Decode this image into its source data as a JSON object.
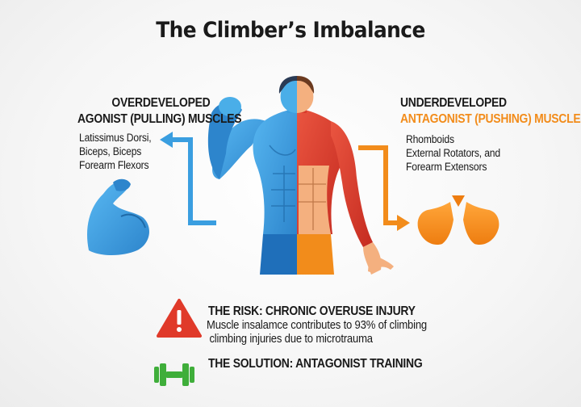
{
  "title": "The Climber’s Imbalance",
  "left": {
    "heading_line1": "OVERDEVELOPED",
    "heading_line2": "AGONIST (PULLING) MUSCLES",
    "muscles": [
      "Latissimus Dorsi,",
      "Biceps, Biceps",
      "Forearm Flexors"
    ]
  },
  "right": {
    "heading_line1": "UNDERDEVELOPED",
    "heading_line2": "ANTAGONIST (PUSHING) MUSCLES",
    "muscles": [
      "Rhomboids",
      "External Rotators, and",
      "Forearm Extensors"
    ]
  },
  "risk": {
    "heading": "THE RISK: CHRONIC OVERUSE INJURY",
    "line1": "Muscle insalamce contributes to 93% of climbing",
    "line2": " climbing injuries due to microtrauma"
  },
  "solution": {
    "heading": "THE SOLUTION: ANTAGONIST TRAINING"
  },
  "colors": {
    "agonist_blue": "#3a9ee0",
    "antagonist_orange": "#f28c1b",
    "muscle_red": "#d93a2b",
    "warning_red": "#e03a2a",
    "dumbbell_green": "#3fae3a"
  },
  "icons": [
    "flexed-arm-icon",
    "shoulder-blades-icon",
    "warning-icon",
    "dumbbell-icon",
    "arrow-left-icon",
    "arrow-right-icon"
  ]
}
